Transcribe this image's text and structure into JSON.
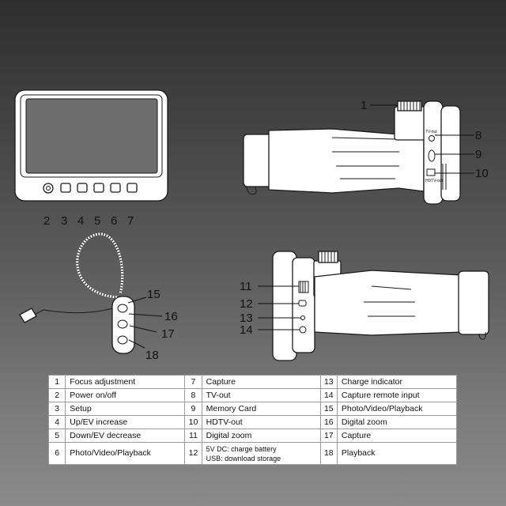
{
  "callouts": {
    "n1": "1",
    "n2": "2",
    "n3": "3",
    "n4": "4",
    "n5": "5",
    "n6": "6",
    "n7": "7",
    "n8": "8",
    "n9": "9",
    "n10": "10",
    "n11": "11",
    "n12": "12",
    "n13": "13",
    "n14": "14",
    "n15": "15",
    "n16": "16",
    "n17": "17",
    "n18": "18"
  },
  "legend": {
    "rows": [
      [
        {
          "n": "1",
          "t": "Focus adjustment"
        },
        {
          "n": "7",
          "t": "Capture"
        },
        {
          "n": "13",
          "t": "Charge indicator"
        }
      ],
      [
        {
          "n": "2",
          "t": "Power on/off"
        },
        {
          "n": "8",
          "t": "TV-out"
        },
        {
          "n": "14",
          "t": "Capture remote input"
        }
      ],
      [
        {
          "n": "3",
          "t": "Setup"
        },
        {
          "n": "9",
          "t": "Memory Card"
        },
        {
          "n": "15",
          "t": "Photo/Video/Playback"
        }
      ],
      [
        {
          "n": "4",
          "t": "Up/EV increase"
        },
        {
          "n": "10",
          "t": "HDTV-out"
        },
        {
          "n": "16",
          "t": "Digital zoom"
        }
      ],
      [
        {
          "n": "5",
          "t": "Down/EV decrease"
        },
        {
          "n": "11",
          "t": "Digital zoom"
        },
        {
          "n": "17",
          "t": "Capture"
        }
      ],
      [
        {
          "n": "6",
          "t": "Photo/Video/Playback"
        },
        {
          "n": "12",
          "t": "5V DC: charge battery",
          "t2": "USB: download storage"
        },
        {
          "n": "18",
          "t": "Playback"
        }
      ]
    ]
  },
  "colors": {
    "background_top": "#2e2e2e",
    "background_bottom": "#8a8a8a",
    "device": "#ffffff",
    "line": "#1a1a1a"
  }
}
